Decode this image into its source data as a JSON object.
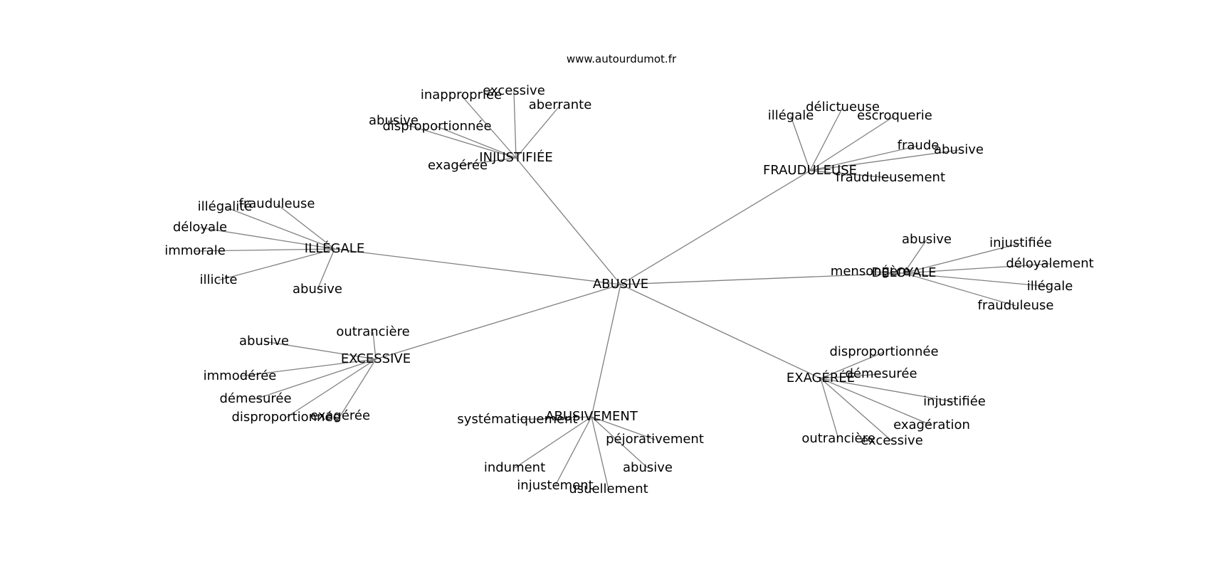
{
  "source": "www.autourdumot.fr",
  "center": "ABUSIVE",
  "hubs": [
    {
      "id": "injustifiee",
      "label": "INJUSTIFIÉE",
      "leaves": [
        "inappropriée",
        "excessive",
        "aberrante",
        "abusive",
        "disproportionnée",
        "exagérée"
      ]
    },
    {
      "id": "frauduleuse",
      "label": "FRAUDULEUSE",
      "leaves": [
        "illégale",
        "délictueuse",
        "escroquerie",
        "fraude",
        "abusive",
        "frauduleusement"
      ]
    },
    {
      "id": "illegale",
      "label": "ILLÉGALE",
      "leaves": [
        "illégalité",
        "frauduleuse",
        "déloyale",
        "immorale",
        "illicite",
        "abusive"
      ]
    },
    {
      "id": "deloyale",
      "label": "DÉLOYALE",
      "leaves": [
        "abusive",
        "injustifiée",
        "mensongère",
        "déloyalement",
        "illégale",
        "frauduleuse"
      ]
    },
    {
      "id": "excessive",
      "label": "EXCESSIVE",
      "leaves": [
        "outrancière",
        "abusive",
        "immodérée",
        "démesurée",
        "disproportionnée",
        "exagérée"
      ]
    },
    {
      "id": "exageree",
      "label": "EXAGÉRÉE",
      "leaves": [
        "disproportionnée",
        "démesurée",
        "injustifiée",
        "exagération",
        "outrancière",
        "excessive"
      ]
    },
    {
      "id": "abusivement",
      "label": "ABUSIVEMENT",
      "leaves": [
        "systématiquement",
        "péjorativement",
        "indument",
        "abusive",
        "injustement",
        "usuellement"
      ]
    }
  ]
}
